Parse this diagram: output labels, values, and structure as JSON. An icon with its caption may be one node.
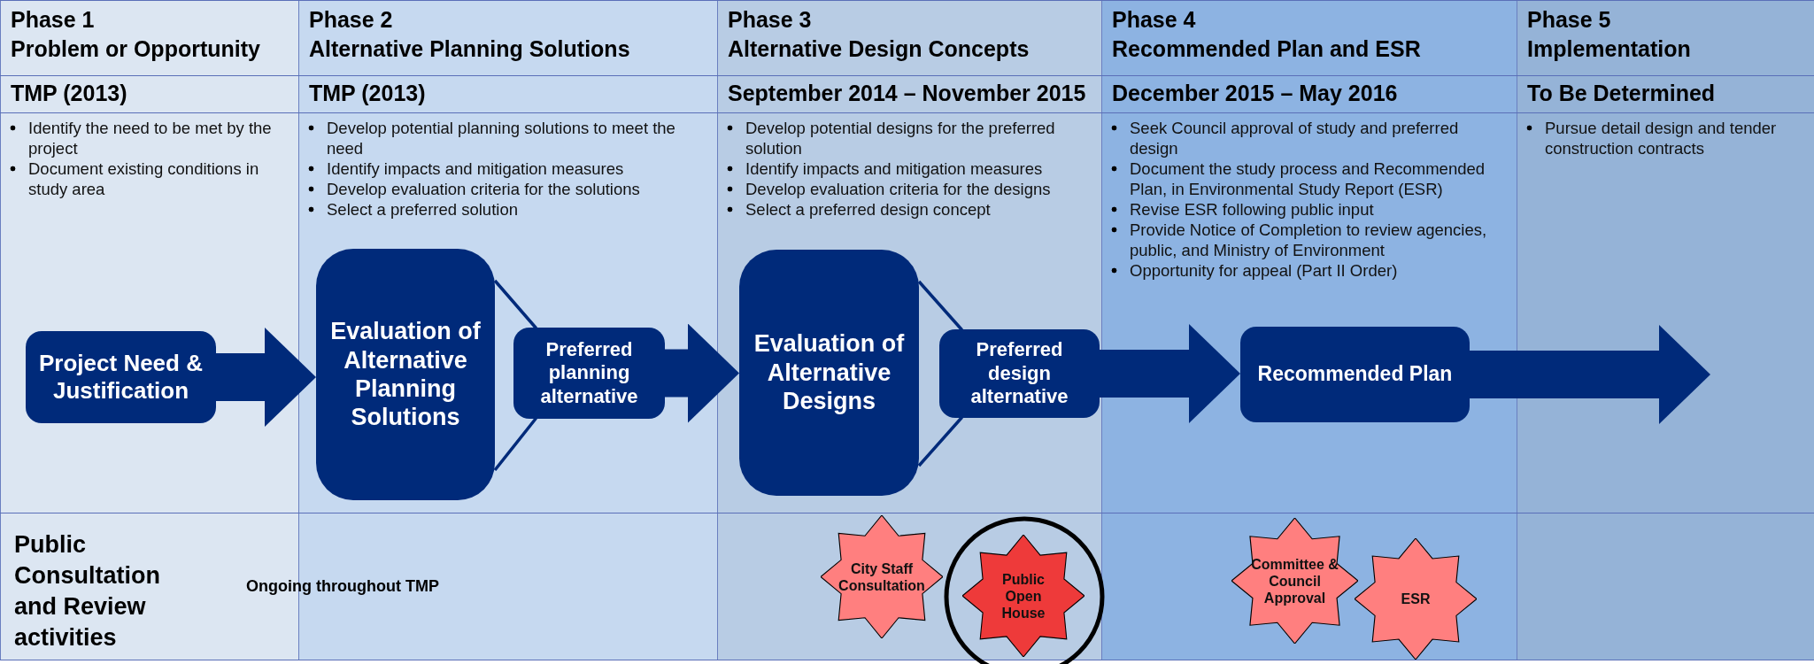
{
  "diagram": {
    "nodes": [
      {
        "text": [
          "Project Need & Justification"
        ]
      },
      {
        "text": [
          "Evaluation of Alternative Planning Solutions"
        ]
      },
      {
        "text": [
          "Preferred planning alternative"
        ]
      },
      {
        "text": [
          "Evaluation of Alternative Designs"
        ]
      },
      {
        "text": [
          "Preferred design alternative"
        ]
      },
      {
        "text": [
          "Recommended Plan"
        ]
      },
      {
        "text": [
          "City Staff Consultation"
        ]
      },
      {
        "text": [
          "Public Open House"
        ]
      },
      {
        "text": [
          "Committee & Council Approval"
        ]
      },
      {
        "text": [
          "ESR"
        ]
      }
    ],
    "edges": [
      {
        "from": 0,
        "to": 1,
        "arrow": "to"
      },
      {
        "from": 1,
        "to": 2,
        "arrow": "none"
      },
      {
        "from": 2,
        "to": 3,
        "arrow": "to"
      },
      {
        "from": 3,
        "to": 4,
        "arrow": "none"
      },
      {
        "from": 4,
        "to": 5,
        "arrow": "to"
      },
      {
        "from": 5,
        "to": null,
        "arrow": "to"
      }
    ],
    "labels": [
      "Phase 1",
      "Problem or Opportunity",
      "Phase 2",
      "Alternative Planning Solutions",
      "Phase 3",
      "Alternative Design Concepts",
      "Phase 4",
      "Recommended Plan and ESR",
      "Phase 5",
      "Implementation",
      "TMP (2013)",
      "TMP (2013)",
      "September 2014 – November 2015",
      "December 2015 – May 2016",
      "To Be Determined",
      "Identify the need to be met by the project",
      "Document existing conditions in study area",
      "Develop potential planning solutions to meet the need",
      "Identify impacts and mitigation measures",
      "Develop evaluation criteria for the solutions",
      "Select a preferred solution",
      "Develop potential designs for the preferred solution",
      "Identify impacts and mitigation measures",
      "Develop evaluation criteria for the designs",
      "Select a preferred design concept",
      "Seek Council approval of study and preferred design",
      "Document the study process and Recommended Plan, in Environmental Study Report (ESR)",
      "Revise ESR following public input",
      "Provide Notice of Completion to review agencies, public, and Ministry of Environment",
      "Opportunity for appeal (Part II Order)",
      "Pursue detail design and tender construction contracts",
      "Public Consultation and Review activities",
      "Ongoing throughout TMP"
    ]
  }
}
